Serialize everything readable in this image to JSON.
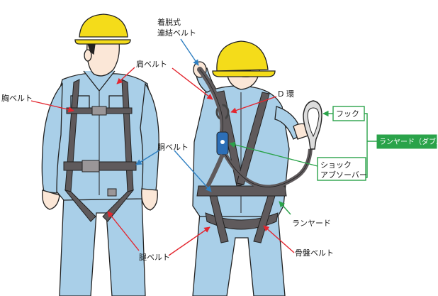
{
  "labels": {
    "detachable_belt_line1": "着脱式",
    "detachable_belt_line2": "連結ベルト",
    "shoulder_belt": "肩ベルト",
    "chest_belt": "胸ベルト",
    "d_ring": "D 環",
    "torso_belt": "胴ベルト",
    "thigh_belt": "腿ベルト",
    "pelvis_belt": "骨盤ベルト",
    "hook": "フック",
    "shock_absorber_line1": "ショック",
    "shock_absorber_line2": "アブソーバー",
    "lanyard": "ランヤード",
    "lanyard_double": "ランヤード（ダブル）"
  },
  "colors": {
    "helmet": "#f4dc1a",
    "suit": "#a9cfe8",
    "harness": "#5f5a5c",
    "skin": "#fbe7d7",
    "arrow_red": "#e3262f",
    "arrow_blue": "#2f7fc1",
    "arrow_green": "#2aa34a",
    "shock_absorber": "#2d6fb7"
  }
}
